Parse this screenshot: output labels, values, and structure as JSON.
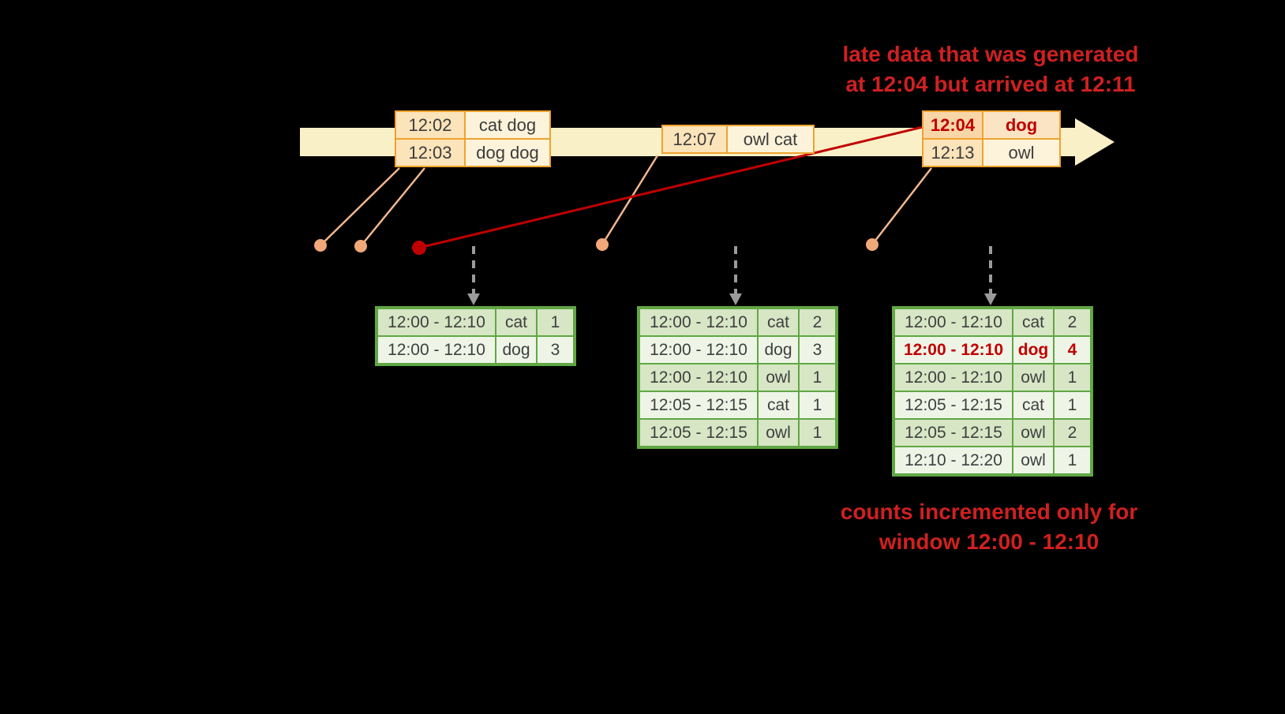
{
  "annotations": {
    "late_data_line1": "late data that was generated",
    "late_data_line2": "at 12:04 but arrived at 12:11",
    "counts_line1": "counts incremented only for",
    "counts_line2": "window 12:00 - 12:10"
  },
  "timeline": {
    "events": [
      {
        "rows": [
          {
            "time": "12:02",
            "words": "cat dog"
          },
          {
            "time": "12:03",
            "words": "dog dog"
          }
        ]
      },
      {
        "rows": [
          {
            "time": "12:07",
            "words": "owl cat"
          }
        ]
      },
      {
        "rows": [
          {
            "time": "12:04",
            "words": "dog",
            "late": true
          },
          {
            "time": "12:13",
            "words": "owl"
          }
        ]
      }
    ]
  },
  "result_tables": [
    {
      "rows": [
        {
          "window": "12:00 - 12:10",
          "word": "cat",
          "count": "1"
        },
        {
          "window": "12:00 - 12:10",
          "word": "dog",
          "count": "3"
        }
      ]
    },
    {
      "rows": [
        {
          "window": "12:00 - 12:10",
          "word": "cat",
          "count": "2"
        },
        {
          "window": "12:00 - 12:10",
          "word": "dog",
          "count": "3"
        },
        {
          "window": "12:00 - 12:10",
          "word": "owl",
          "count": "1"
        },
        {
          "window": "12:05 - 12:15",
          "word": "cat",
          "count": "1"
        },
        {
          "window": "12:05 - 12:15",
          "word": "owl",
          "count": "1"
        }
      ]
    },
    {
      "rows": [
        {
          "window": "12:00 - 12:10",
          "word": "cat",
          "count": "2"
        },
        {
          "window": "12:00 - 12:10",
          "word": "dog",
          "count": "4",
          "late": true
        },
        {
          "window": "12:00 - 12:10",
          "word": "owl",
          "count": "1"
        },
        {
          "window": "12:05 - 12:15",
          "word": "cat",
          "count": "1"
        },
        {
          "window": "12:05 - 12:15",
          "word": "owl",
          "count": "2"
        },
        {
          "window": "12:10 - 12:20",
          "word": "owl",
          "count": "1"
        }
      ]
    }
  ],
  "colors": {
    "background": "#000000",
    "annotation_red": "#d02020",
    "timeline_fill": "#faf0c8",
    "event_border": "#f0a22e",
    "connector": "#f2b78c",
    "late_red": "#c00000",
    "table_border": "#61a744",
    "trigger_arrow_gray": "#9b9b9b"
  }
}
